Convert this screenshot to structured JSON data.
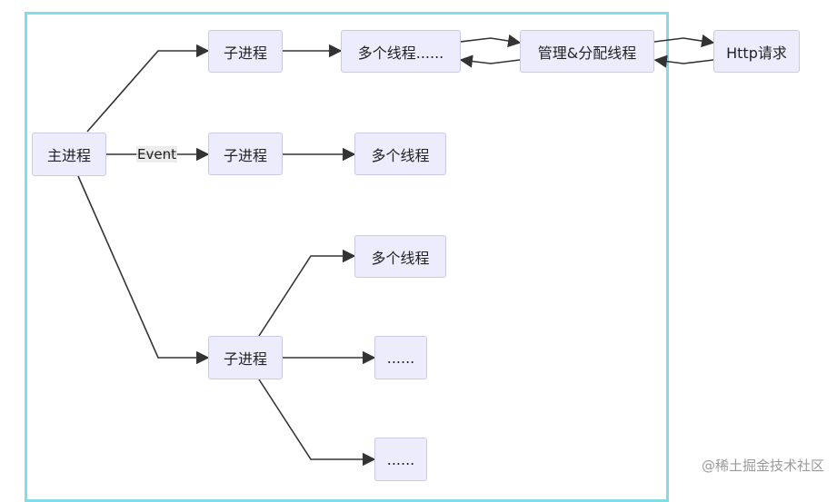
{
  "nodes": {
    "main": "主进程",
    "child1": "子进程",
    "threads1": "多个线程......",
    "manager": "管理&分配线程",
    "http": "Http请求",
    "child2": "子进程",
    "threads2": "多个线程",
    "child3": "子进程",
    "threads3": "多个线程",
    "dots1": "......",
    "dots2": "......"
  },
  "edge_labels": {
    "event": "Event"
  },
  "watermark": "@稀土掘金技术社区",
  "colors": {
    "frame": "#7fdde8",
    "node_fill": "#ececfc",
    "node_border": "#c9c9ee",
    "edge": "#333333"
  }
}
